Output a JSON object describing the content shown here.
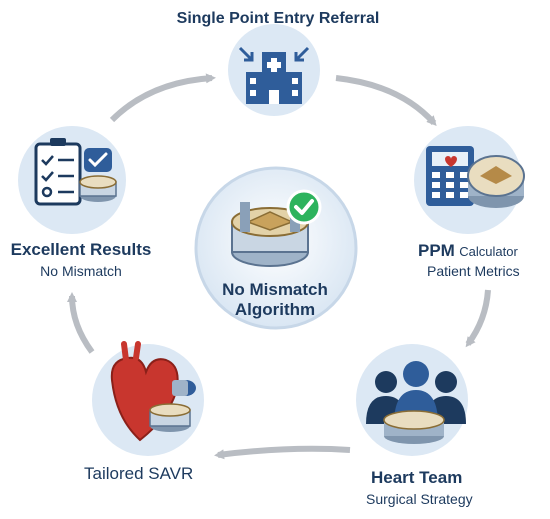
{
  "center": {
    "title_line1": "No Mismatch",
    "title_line2": "Algorithm",
    "icon": "valve-check-icon"
  },
  "nodes": [
    {
      "id": "referral",
      "title": "Single Point Entry Referral",
      "subtitle": "",
      "icon": "hospital-building-icon"
    },
    {
      "id": "ppm",
      "title": "PPM",
      "title_suffix": "Calculator",
      "subtitle": "Patient Metrics",
      "icon": "calculator-icon"
    },
    {
      "id": "heart-team",
      "title": "Heart Team",
      "subtitle": "Surgical Strategy",
      "icon": "team-icon"
    },
    {
      "id": "savr",
      "title": "Tailored SAVR",
      "subtitle": "",
      "icon": "heart-valve-icon"
    },
    {
      "id": "results",
      "title": "Excellent Results",
      "subtitle": "No Mismatch",
      "icon": "checklist-icon"
    }
  ],
  "colors": {
    "navy": "#1d3a5e",
    "blue": "#2f5d9a",
    "light_blue": "#dce8f4",
    "arrow_gray": "#b9bdc3",
    "gold": "#c9a25c",
    "green": "#2db35d",
    "red": "#c8362e"
  }
}
